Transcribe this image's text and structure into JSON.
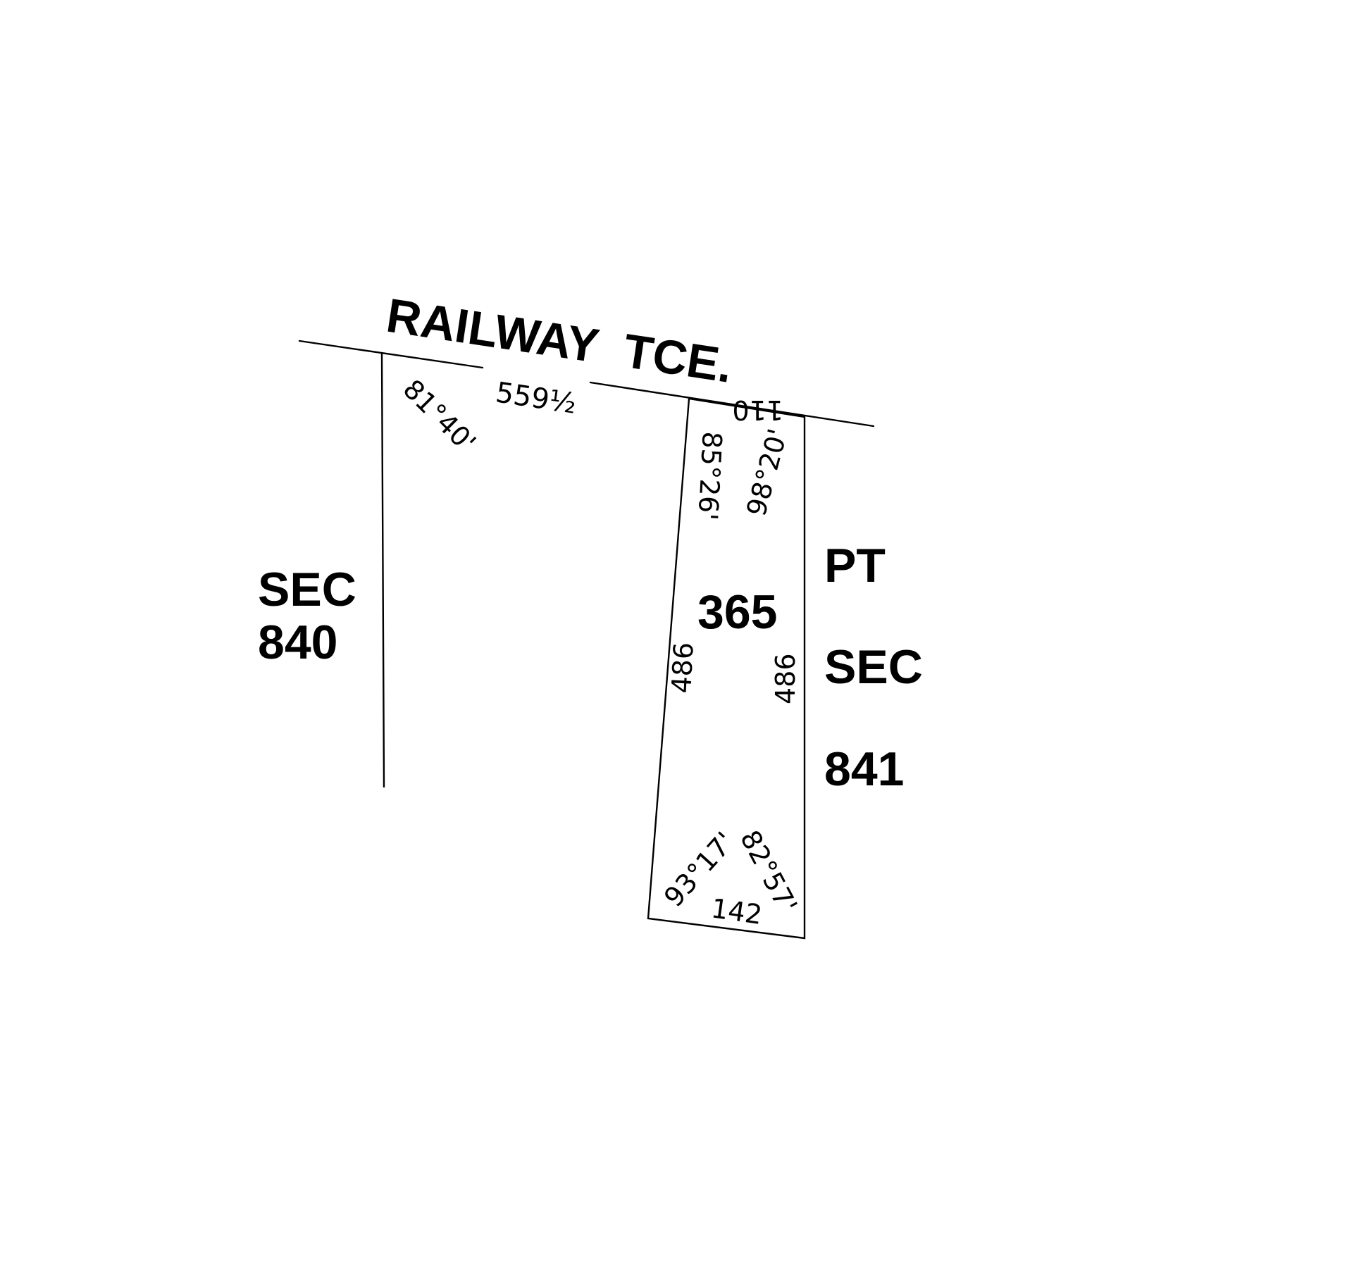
{
  "road": {
    "name": "RAILWAY  TCE."
  },
  "labels": {
    "sec_840_line1": "SEC",
    "sec_840_line2": "840",
    "allotment": "365",
    "pt_sec_841_line1": "PT",
    "pt_sec_841_line2": "SEC",
    "pt_sec_841_line3": "841"
  },
  "dimensions": {
    "frontage_sec_840": "559½",
    "frontage_365": "110",
    "west_side": "486",
    "east_side": "486",
    "rear": "142"
  },
  "angles": {
    "sec_840_corner": "81°40'",
    "nw_corner": "85°26'",
    "ne_corner": "98°20'",
    "sw_corner": "93°17'",
    "se_corner": "82°57'"
  }
}
